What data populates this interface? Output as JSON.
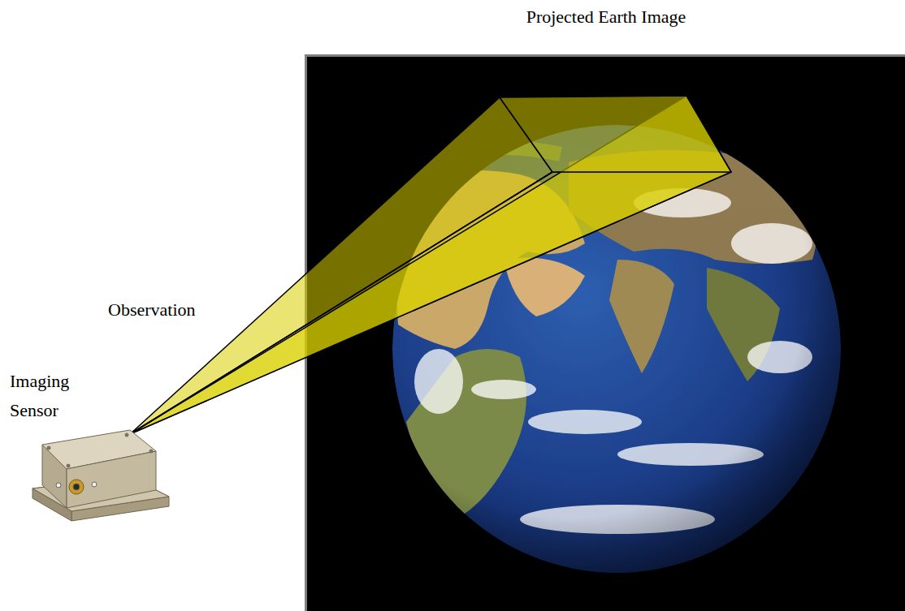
{
  "diagram": {
    "title": "Projected Earth Image",
    "labels": [
      "Observation",
      "Imaging Sensor"
    ]
  }
}
